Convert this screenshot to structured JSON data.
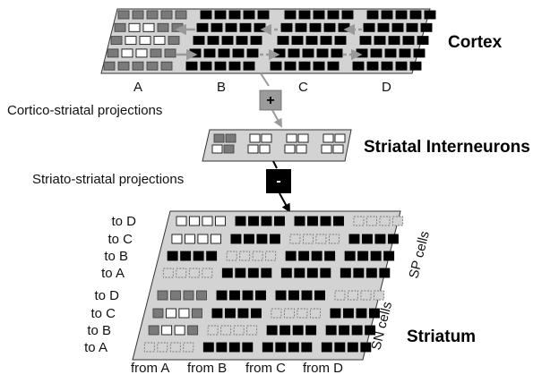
{
  "cortex": {
    "title": "Cortex",
    "regions": [
      "A",
      "B",
      "C",
      "D"
    ],
    "sign": "+"
  },
  "projections": {
    "cortico_striatal": "Cortico-striatal projections",
    "striato_striatal": "Striato-striatal projections",
    "sign": "-"
  },
  "interneurons": {
    "title": "Striatal Interneurons"
  },
  "striatum": {
    "title": "Striatum",
    "sp_label": "SP cells",
    "sn_label": "SN cells",
    "rows": [
      "to D",
      "to C",
      "to B",
      "to A",
      "to D",
      "to C",
      "to B",
      "to A"
    ],
    "columns": [
      "from A",
      "from B",
      "from C",
      "from D"
    ],
    "cells": [
      [
        "white",
        "black",
        "black",
        "dashed"
      ],
      [
        "white",
        "black",
        "dashed",
        "black"
      ],
      [
        "black",
        "dashed",
        "black",
        "black"
      ],
      [
        "dashed",
        "black",
        "black",
        "black"
      ],
      [
        "mixed",
        "black",
        "black",
        "dashed"
      ],
      [
        "mixed",
        "black",
        "dashed",
        "black"
      ],
      [
        "mixed",
        "dashed",
        "black",
        "black"
      ],
      [
        "dashed",
        "black",
        "black",
        "black"
      ]
    ]
  },
  "colors": {
    "cell_black": "#000000",
    "cell_gray": "#7a7a7a",
    "panel": "#d3d3d3",
    "arrow_gray": "#9a9a9a",
    "plus_box": "#9b9b9b",
    "minus_box": "#000000"
  }
}
